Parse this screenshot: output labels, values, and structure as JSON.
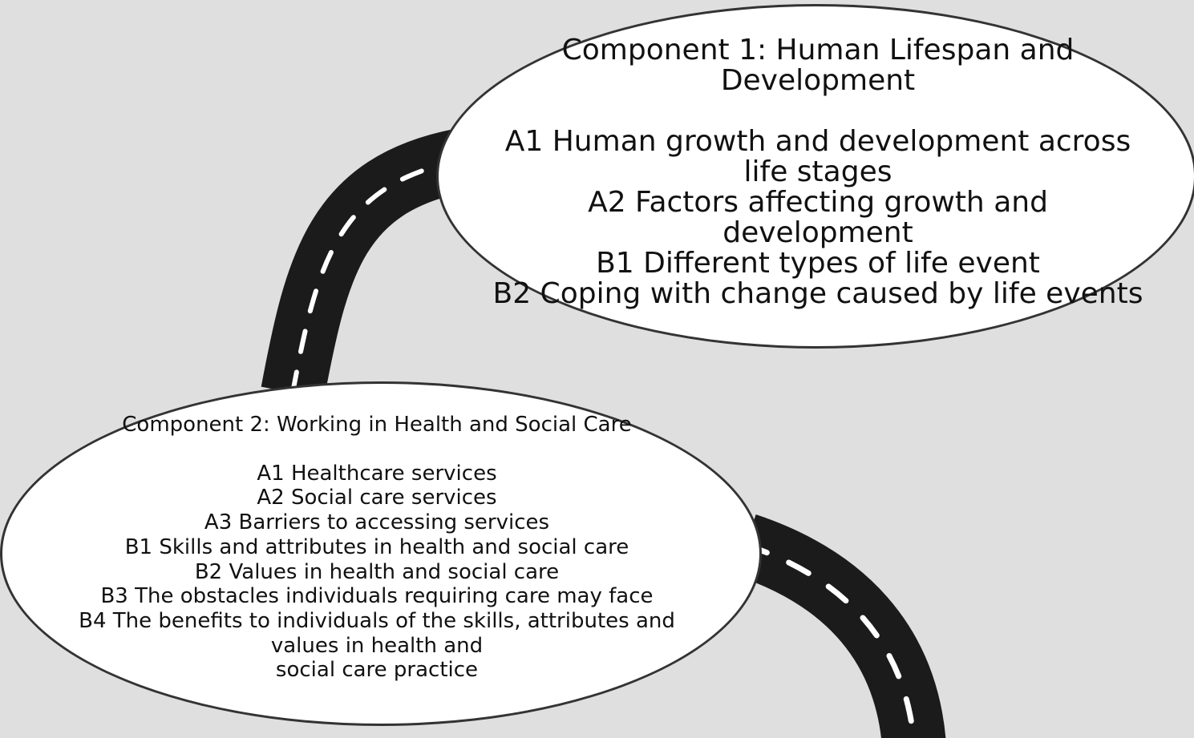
{
  "component1": {
    "title_lines": [
      "Component 1: Human Lifespan and",
      "Development"
    ],
    "items": [
      "A1 Human growth and development across",
      "life stages",
      "A2 Factors affecting growth and",
      "development",
      "B1 Different types of life event",
      "B2 Coping with change caused by life events"
    ]
  },
  "component2": {
    "title": "Component 2: Working in Health and Social Care",
    "items": [
      "A1 Healthcare services",
      "A2 Social care services",
      "A3 Barriers to accessing services",
      "B1 Skills and attributes in health and social care",
      "B2 Values in health and social care",
      "B3 The obstacles individuals requiring care may face",
      "B4 The benefits to individuals of the skills, attributes and",
      "values in health and",
      "social care practice"
    ]
  },
  "colors": {
    "background": "#dfdfdf",
    "road": "#1b1b1b",
    "road_markings": "#ffffff",
    "bubble_fill": "#ffffff",
    "bubble_border": "#333333"
  }
}
